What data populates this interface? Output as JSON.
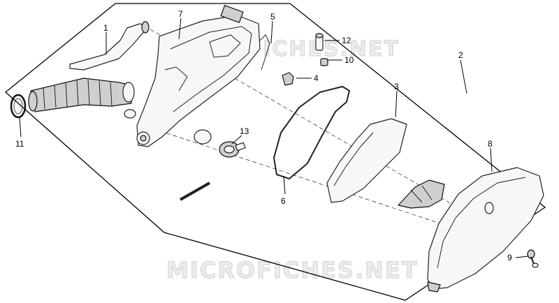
{
  "watermarks": [
    "MICROFICHES.NET",
    "MICROFICHES.NET"
  ],
  "callouts": {
    "c1": "1",
    "c2": "2",
    "c3": "3",
    "c4": "4",
    "c5": "5",
    "c6": "6",
    "c7": "7",
    "c8": "8",
    "c9": "9",
    "c10": "10",
    "c11": "11",
    "c12": "12",
    "c13": "13"
  }
}
